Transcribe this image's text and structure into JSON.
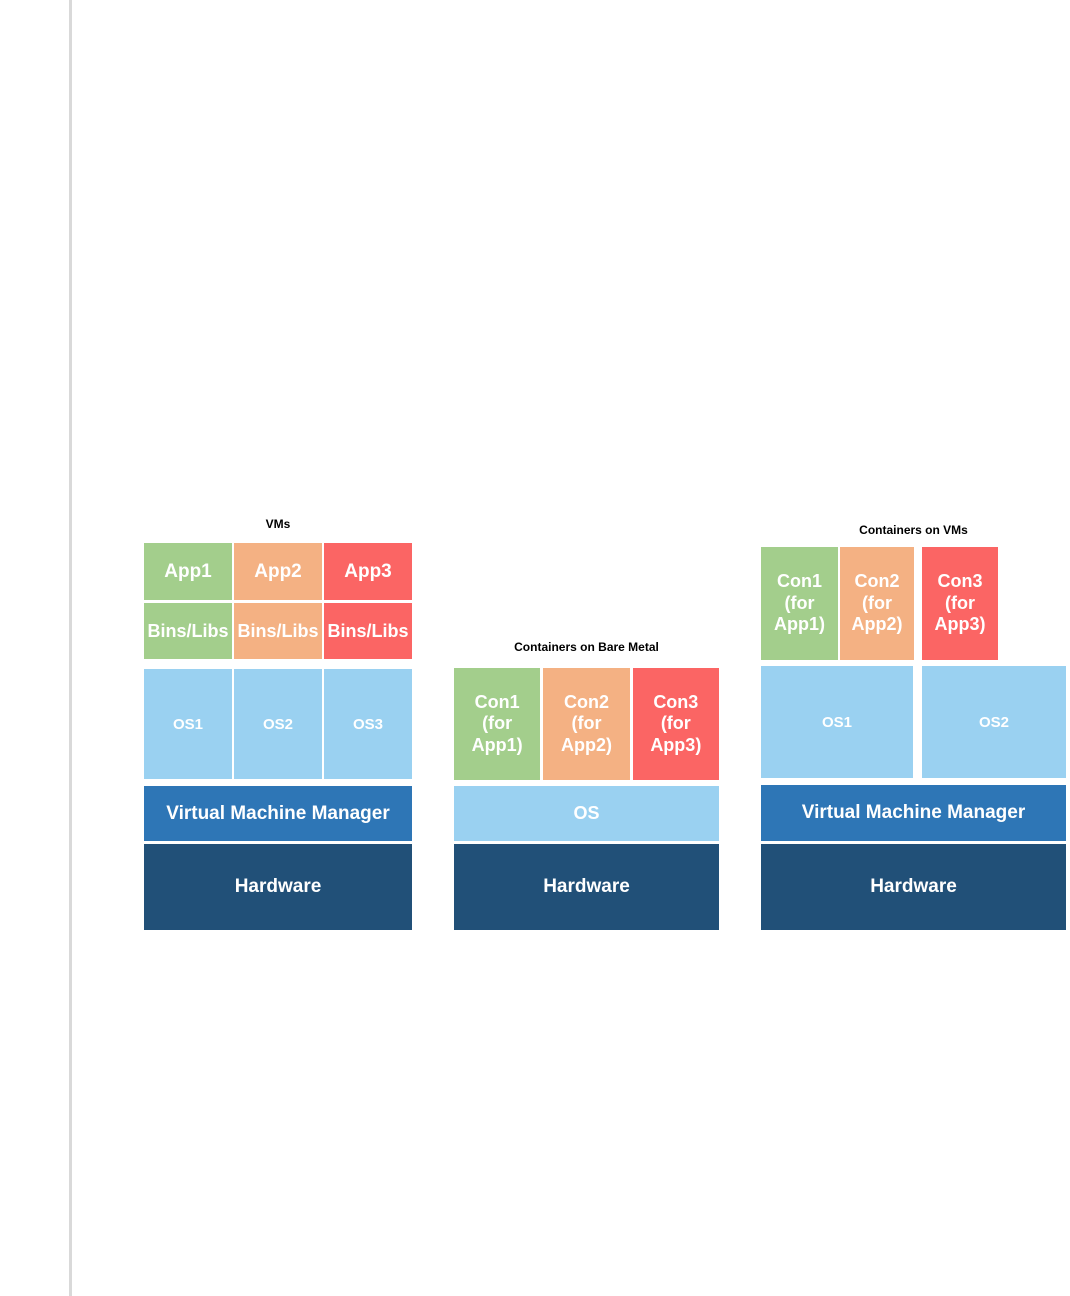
{
  "page": {
    "background": "#ffffff",
    "divider_color": "#d9d9d9"
  },
  "colors": {
    "app1_green": "#A3CE8C",
    "app2_orange": "#F4B183",
    "app3_red": "#FB6564",
    "os_light_blue": "#9AD1F1",
    "vmm_blue": "#2E76B6",
    "hardware_navy": "#215078",
    "block_text": "#FFFFFF",
    "title_text": "#000000"
  },
  "vms": {
    "title": "VMs",
    "apps": [
      "App1",
      "App2",
      "App3"
    ],
    "bins": [
      "Bins/Libs",
      "Bins/Libs",
      "Bins/Libs"
    ],
    "oses": [
      "OS1",
      "OS2",
      "OS3"
    ],
    "vmm": "Virtual Machine Manager",
    "hardware": "Hardware"
  },
  "bare_metal": {
    "title": "Containers on Bare Metal",
    "containers": [
      "Con1\n(for\nApp1)",
      "Con2\n(for\nApp2)",
      "Con3\n(for\nApp3)"
    ],
    "os": "OS",
    "hardware": "Hardware"
  },
  "containers_on_vms": {
    "title": "Containers on VMs",
    "containers": [
      "Con1\n(for\nApp1)",
      "Con2\n(for\nApp2)",
      "Con3\n(for\nApp3)"
    ],
    "oses": [
      "OS1",
      "OS2"
    ],
    "vmm": "Virtual Machine Manager",
    "hardware": "Hardware"
  }
}
